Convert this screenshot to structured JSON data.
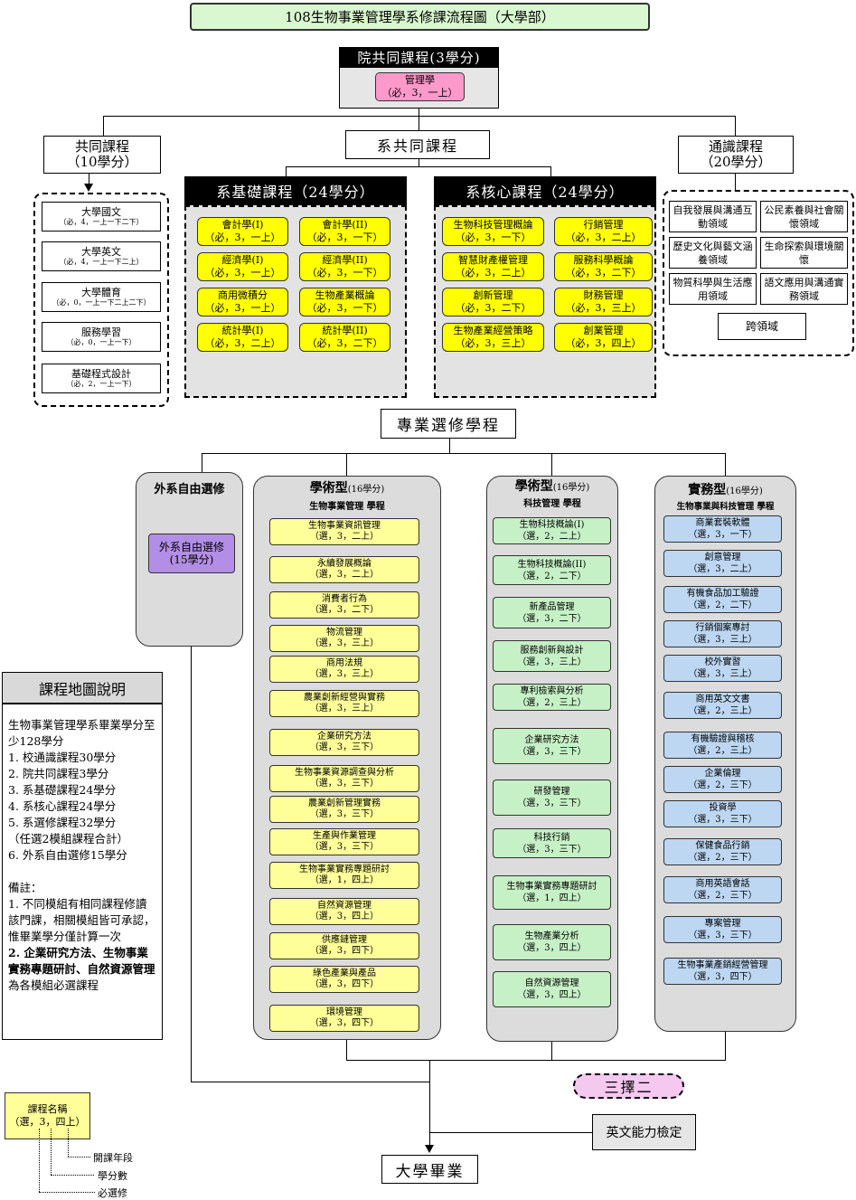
{
  "title": "108生物事業管理學系修課流程圖（大學部）",
  "college": {
    "header": "院共同課程(3學分)",
    "course": {
      "name": "管理學",
      "meta": "（必，3，一上）"
    }
  },
  "common": {
    "title": "共同課程",
    "credits": "（10學分）",
    "items": [
      {
        "name": "大學國文",
        "meta": "（必，4，一上一下二下）"
      },
      {
        "name": "大學英文",
        "meta": "（必，4，一上一下二上）"
      },
      {
        "name": "大學體育",
        "meta": "（必，0，一上一下二上二下）"
      },
      {
        "name": "服務學習",
        "meta": "（必，0，一上一下）"
      },
      {
        "name": "基礎程式設計",
        "meta": "（必，2，一上一下）"
      }
    ]
  },
  "dept_common": {
    "title": "系共同課程"
  },
  "general": {
    "title": "通識課程",
    "credits": "（20學分）",
    "items": [
      "自我發展與溝通互動領域",
      "公民素養與社會關懷領域",
      "歷史文化與藝文涵養領域",
      "生命探索與環境關懷",
      "物質科學與生活應用領域",
      "語文應用與溝通實務領域"
    ],
    "cross": "跨領域"
  },
  "basic": {
    "header": "系基礎課程（24學分）",
    "items": [
      {
        "name": "會計學(I)",
        "meta": "（必，3，一上）"
      },
      {
        "name": "會計學(II)",
        "meta": "（必，3，一下）"
      },
      {
        "name": "經濟學(I)",
        "meta": "（必，3，一上）"
      },
      {
        "name": "經濟學(II)",
        "meta": "（必，3，一下）"
      },
      {
        "name": "商用微積分",
        "meta": "（必，3，一上）"
      },
      {
        "name": "生物產業概論",
        "meta": "（必，3，一下）"
      },
      {
        "name": "統計學(I)",
        "meta": "（必，3，二上）"
      },
      {
        "name": "統計學(II)",
        "meta": "（必，3，二下）"
      }
    ]
  },
  "core": {
    "header": "系核心課程（24學分）",
    "items": [
      {
        "name": "生物科技管理概論",
        "meta": "（必，3，一下）"
      },
      {
        "name": "行銷管理",
        "meta": "（必，3，二上）"
      },
      {
        "name": "智慧財產權管理",
        "meta": "（必，3，二上）"
      },
      {
        "name": "服務科學概論",
        "meta": "（必，3，二下）"
      },
      {
        "name": "創新管理",
        "meta": "（必，3，二下）"
      },
      {
        "name": "財務管理",
        "meta": "（必，3，三上）"
      },
      {
        "name": "生物產業經營策略",
        "meta": "（必，3，三上）"
      },
      {
        "name": "創業管理",
        "meta": "（必，3，四上）"
      }
    ]
  },
  "elective": {
    "title": "專業選修學程"
  },
  "external": {
    "title": "外系自由選修",
    "box_name": "外系自由選修",
    "box_credits": "(15學分)"
  },
  "track_a": {
    "title": "學術型",
    "credits": "(16學分)",
    "subtitle": "生物事業管理 學程",
    "items": [
      {
        "name": "生物事業資訊管理",
        "meta": "（選，3，二上）"
      },
      {
        "name": "永續發展概論",
        "meta": "（選，3，二上）"
      },
      {
        "name": "消費者行為",
        "meta": "（選，3，二下）"
      },
      {
        "name": "物流管理",
        "meta": "（選，3，三上）"
      },
      {
        "name": "商用法規",
        "meta": "（選，3，三上）"
      },
      {
        "name": "農業創新經營與實務",
        "meta": "（選，3，三上）"
      },
      {
        "name": "企業研究方法",
        "meta": "（選，3，三下）"
      },
      {
        "name": "生物事業資源調查與分析",
        "meta": "（選，3，三下）"
      },
      {
        "name": "農業創新管理實務",
        "meta": "（選，3，三下）"
      },
      {
        "name": "生產與作業管理",
        "meta": "（選，3，三下）"
      },
      {
        "name": "生物事業實務專題研討",
        "meta": "（選，1，四上）"
      },
      {
        "name": "自然資源管理",
        "meta": "（選，3，四上）"
      },
      {
        "name": "供應鏈管理",
        "meta": "（選，3，四下）"
      },
      {
        "name": "綠色產業與產品",
        "meta": "（選，3，四下）"
      },
      {
        "name": "環境管理",
        "meta": "（選，3，四下）"
      }
    ]
  },
  "track_b": {
    "title": "學術型",
    "credits": "(16學分)",
    "subtitle": "科技管理 學程",
    "items": [
      {
        "name": "生物科技概論(I)",
        "meta": "（選，2，二上）"
      },
      {
        "name": "生物科技概論(II)",
        "meta": "（選，2，二下）"
      },
      {
        "name": "新產品管理",
        "meta": "（選，3，二下）"
      },
      {
        "name": "服務創新與設計",
        "meta": "（選，3，三上）"
      },
      {
        "name": "專利檢索與分析",
        "meta": "（選，2，三上）"
      },
      {
        "name": "企業研究方法",
        "meta": "（選，3，三下）"
      },
      {
        "name": "研發管理",
        "meta": "（選，3，三下）"
      },
      {
        "name": "科技行銷",
        "meta": "（選，3，三下）"
      },
      {
        "name": "生物事業實務專題研討",
        "meta": "（選，1，四上）"
      },
      {
        "name": "生物產業分析",
        "meta": "（選，3，四上）"
      },
      {
        "name": "自然資源管理",
        "meta": "（選，3，四上）"
      }
    ]
  },
  "track_c": {
    "title": "實務型",
    "credits": "(16學分)",
    "subtitle": "生物事業與科技管理 學程",
    "items": [
      {
        "name": "商業套裝軟體",
        "meta": "（選，3，一下）"
      },
      {
        "name": "創意管理",
        "meta": "（選，3，二上）"
      },
      {
        "name": "有機食品加工驗證",
        "meta": "（選，2，二下）"
      },
      {
        "name": "行銷個案專討",
        "meta": "（選，3，三上）"
      },
      {
        "name": "校外實習",
        "meta": "（選，3，三上）"
      },
      {
        "name": "商用英文文書",
        "meta": "（選，2，三上）"
      },
      {
        "name": "有機驗證與稽核",
        "meta": "（選，2，三上）"
      },
      {
        "name": "企業倫理",
        "meta": "（選，2，三下）"
      },
      {
        "name": "投資學",
        "meta": "（選，3，三下）"
      },
      {
        "name": "保健食品行銷",
        "meta": "（選，2，三下）"
      },
      {
        "name": "商用英語會話",
        "meta": "（選，2，三下）"
      },
      {
        "name": "專案管理",
        "meta": "（選，3，三下）"
      },
      {
        "name": "生物事業產銷經營管理",
        "meta": "（選，3，四下）"
      }
    ]
  },
  "choose": "三擇二",
  "english": "英文能力檢定",
  "graduate": "大學畢業",
  "legend": {
    "title": "課程地圖說明",
    "intro": "生物事業管理學系畢業學分至少128學分",
    "items": [
      "1. 校通識課程30學分",
      "2. 院共同課程3學分",
      "3. 系基礎課程24學分",
      "4. 系核心課程24學分",
      "5. 系選修課程32學分",
      "（任選2模組課程合計）",
      "6. 外系自由選修15學分"
    ],
    "note_title": "備註：",
    "note1": "1. 不同模組有相同課程修讀該門課，相關模組皆可承認，惟畢業學分僅計算一次",
    "note2_bold": "2. 企業研究方法、生物事業實務專題研討、自然資源管理",
    "note2_rest": "為各模組必選課程"
  },
  "key": {
    "name": "課程名稱",
    "meta": "（選，3，四上）",
    "l1": "開課年段",
    "l2": "學分數",
    "l3": "必選修"
  },
  "colors": {
    "title_bg": "#d9f7d0",
    "college_course": "#ff99cc",
    "core_yellow": "#ffff00",
    "track_a": "#ffff99",
    "track_b": "#c6f0c6",
    "track_c": "#bdd7f2",
    "external": "#b38ee6",
    "choose": "#f5c8f0"
  }
}
